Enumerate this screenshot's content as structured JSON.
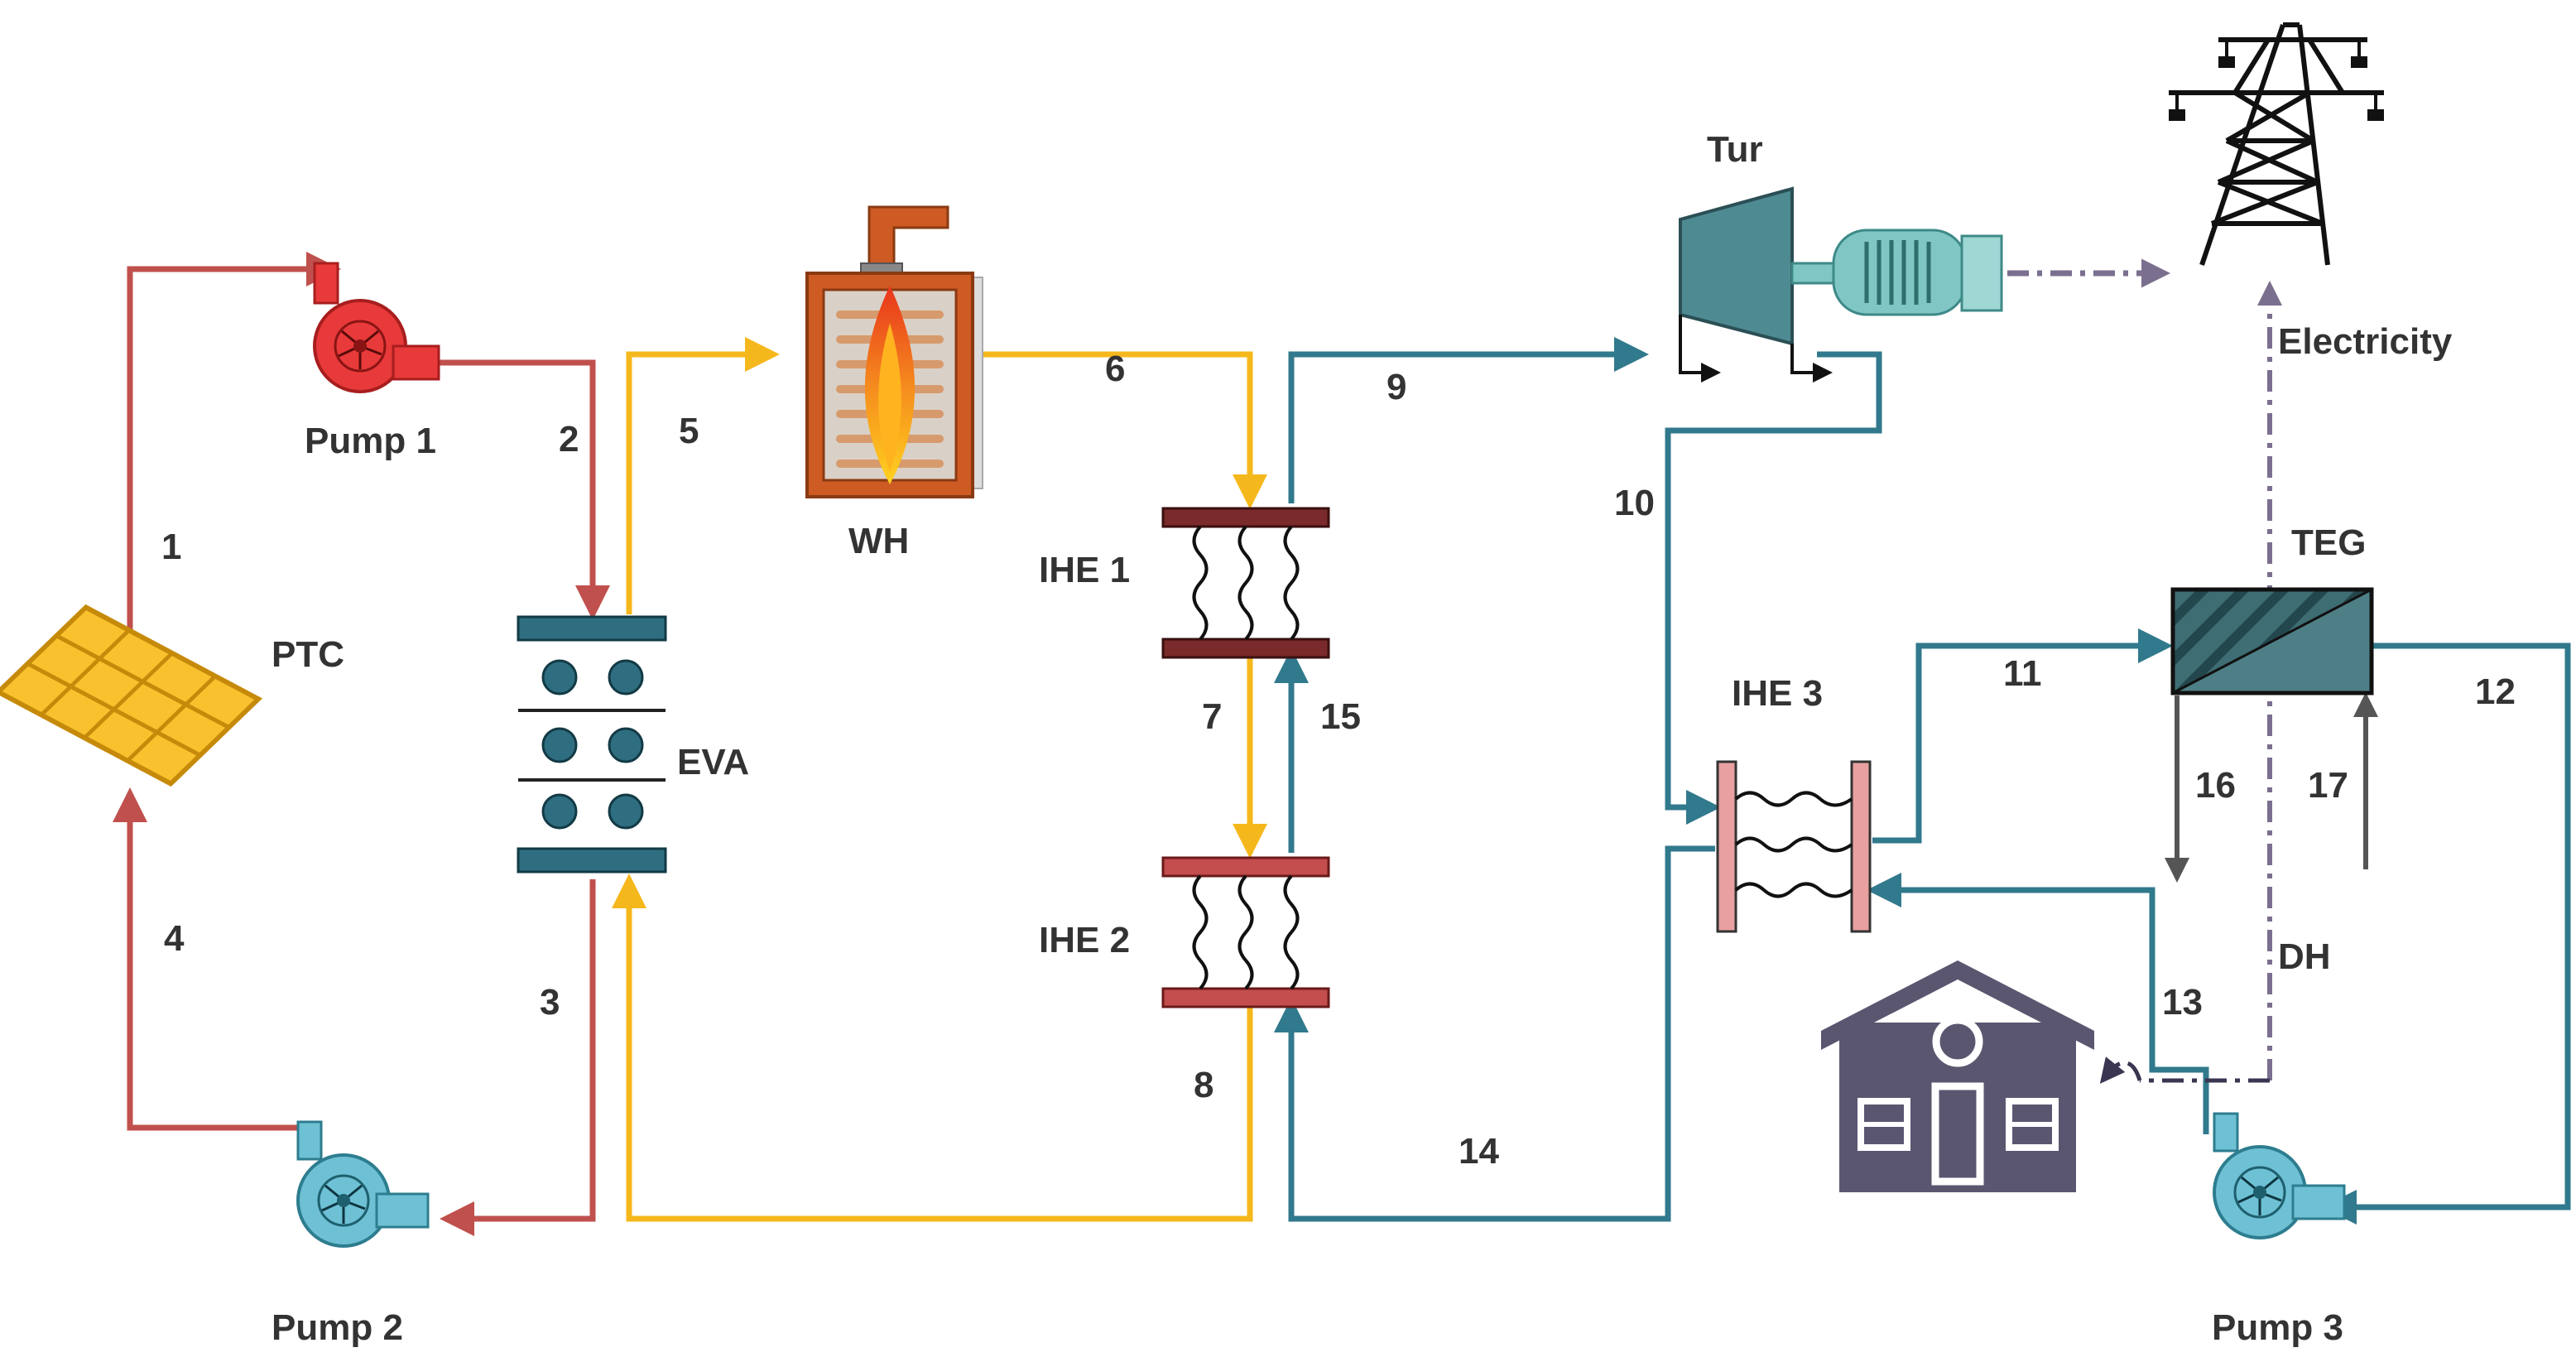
{
  "colors": {
    "red_loop": "#c0504d",
    "yellow_loop": "#f5b81c",
    "teal_loop": "#31798c",
    "grey_flow": "#555555",
    "signal": "#7b6f8f",
    "pump_red": "#e83a3a",
    "pump_blue": "#6ec1d4",
    "panel": "#f9c12e",
    "heater_body": "#cd5b23",
    "eva_bar": "#2f6e80",
    "ihe1_plate": "#7a2a2a",
    "ihe2_plate": "#c44d4d",
    "ihe3_plate": "#e8a0a0",
    "turbine": "#4e8a92",
    "generator": "#7fc6c4",
    "teg": "#4e7f86",
    "house": "#5b5670",
    "tower": "#111111"
  },
  "components": {
    "ptc": "PTC",
    "pump1": "Pump 1",
    "pump2": "Pump 2",
    "pump3": "Pump 3",
    "eva": "EVA",
    "wh": "WH",
    "ihe1": "IHE 1",
    "ihe2": "IHE 2",
    "ihe3": "IHE 3",
    "tur": "Tur",
    "teg": "TEG",
    "electricity": "Electricity",
    "dh": "DH"
  },
  "streams": [
    "1",
    "2",
    "3",
    "4",
    "5",
    "6",
    "7",
    "8",
    "9",
    "10",
    "11",
    "12",
    "13",
    "14",
    "15",
    "16",
    "17"
  ],
  "icons": [
    "solar-panel-icon",
    "pump-icon",
    "evaporator-icon",
    "water-heater-icon",
    "heat-exchanger-icon",
    "turbine-icon",
    "generator-icon",
    "transmission-tower-icon",
    "thermoelectric-generator-icon",
    "house-icon"
  ]
}
